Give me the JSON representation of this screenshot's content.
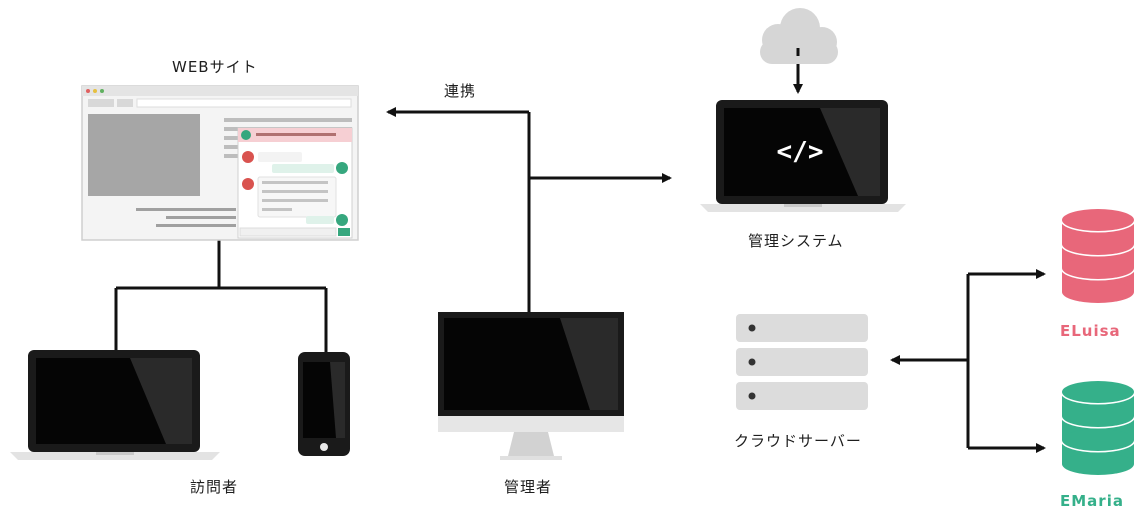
{
  "labels": {
    "website": "WEBサイト",
    "link": "連携",
    "admin_system": "管理システム",
    "cloud_server": "クラウドサーバー",
    "visitor": "訪問者",
    "admin": "管理者"
  },
  "databases": [
    {
      "name": "ELuisa",
      "color": "#e8677a"
    },
    {
      "name": "EMaria",
      "color": "#35b08a"
    }
  ],
  "code_symbol": "</>",
  "colors": {
    "line": "#111111",
    "device_dark": "#1a1a1a",
    "device_body": "#e6e6e6",
    "server": "#dcdcdc",
    "cloud": "#d6d6d6",
    "browser_frame": "#eeeeee",
    "chat_accent_red": "#d9534f",
    "chat_accent_green": "#36a77e"
  }
}
